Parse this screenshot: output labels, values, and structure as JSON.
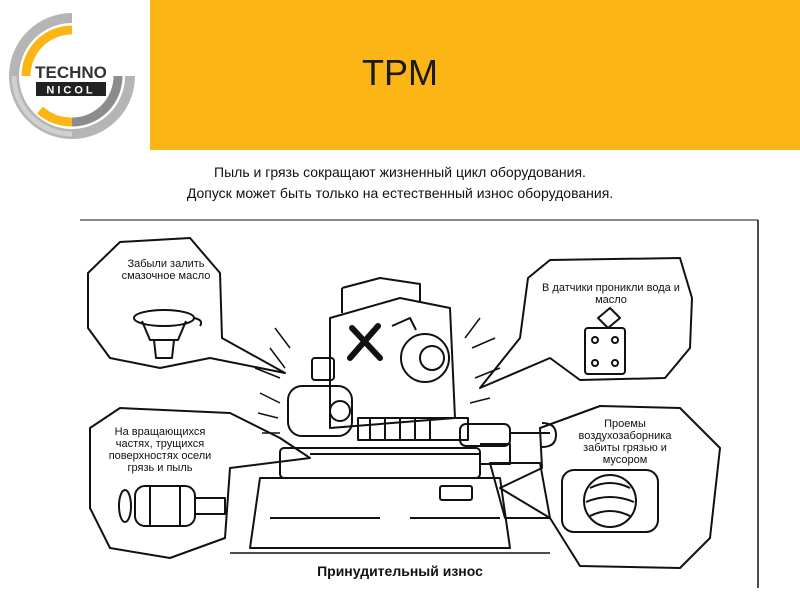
{
  "logo": {
    "line1": "TECHNO",
    "line2": "NICOL"
  },
  "slide": {
    "title": "TPM",
    "subtitle_line1": "Пыль и грязь сокращают жизненный цикл оборудования.",
    "subtitle_line2": "Допуск может быть только на естественный износ оборудования.",
    "caption": "Принудительный износ"
  },
  "bubbles": {
    "oil": "Забыли залить смазочное масло",
    "sensors": "В датчики проникли вода и масло",
    "surfaces": "На вращающихся частях, трущихся поверхностях осели грязь и пыль",
    "vents": "Проемы воздухозаборника забиты грязью и мусором"
  },
  "colors": {
    "header": "#fbb615",
    "logo_gray": "#8c8c8c",
    "logo_dark": "#222222"
  }
}
